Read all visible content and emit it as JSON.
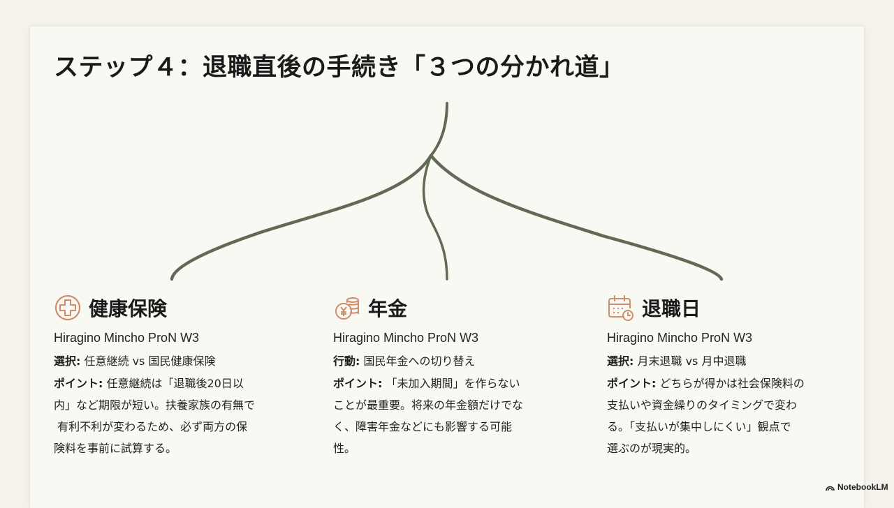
{
  "slide": {
    "title": "ステップ４：退職直後の手続き「３つの分かれ道」",
    "tree_color": "#616a52",
    "icon_color": "#d08b6c",
    "columns": [
      {
        "icon": "medical-cross-icon",
        "title": "健康保険",
        "font_label": "Hiragino Mincho ProN W3",
        "line_key": "選択:",
        "line_value": " 任意継続 vs 国民健康保険",
        "point_key": "ポイント:",
        "point_text": " 任意継続は「退職後20日以\n内」など期限が短い。扶養家族の有無で\n 有利不利が変わるため、必ず両方の保\n険料を事前に試算する。"
      },
      {
        "icon": "yen-coins-icon",
        "title": "年金",
        "font_label": "Hiragino Mincho ProN W3",
        "line_key": "行動:",
        "line_value": " 国民年金への切り替え",
        "point_key": "ポイント:",
        "point_text": " 「未加入期間」を作らない\nことが最重要。将来の年金額だけでな\nく、障害年金などにも影響する可能\n性。"
      },
      {
        "icon": "calendar-clock-icon",
        "title": "退職日",
        "font_label": "Hiragino Mincho ProN W3",
        "line_key": "選択:",
        "line_value": " 月末退職 vs 月中退職",
        "point_key": "ポイント:",
        "point_text": " どちらが得かは社会保険料の\n支払いや資金繰りのタイミングで変わ\nる。「支払いが集中しにくい」観点で\n選ぶのが現実的。"
      }
    ]
  },
  "brand": {
    "label": "NotebookLM"
  }
}
